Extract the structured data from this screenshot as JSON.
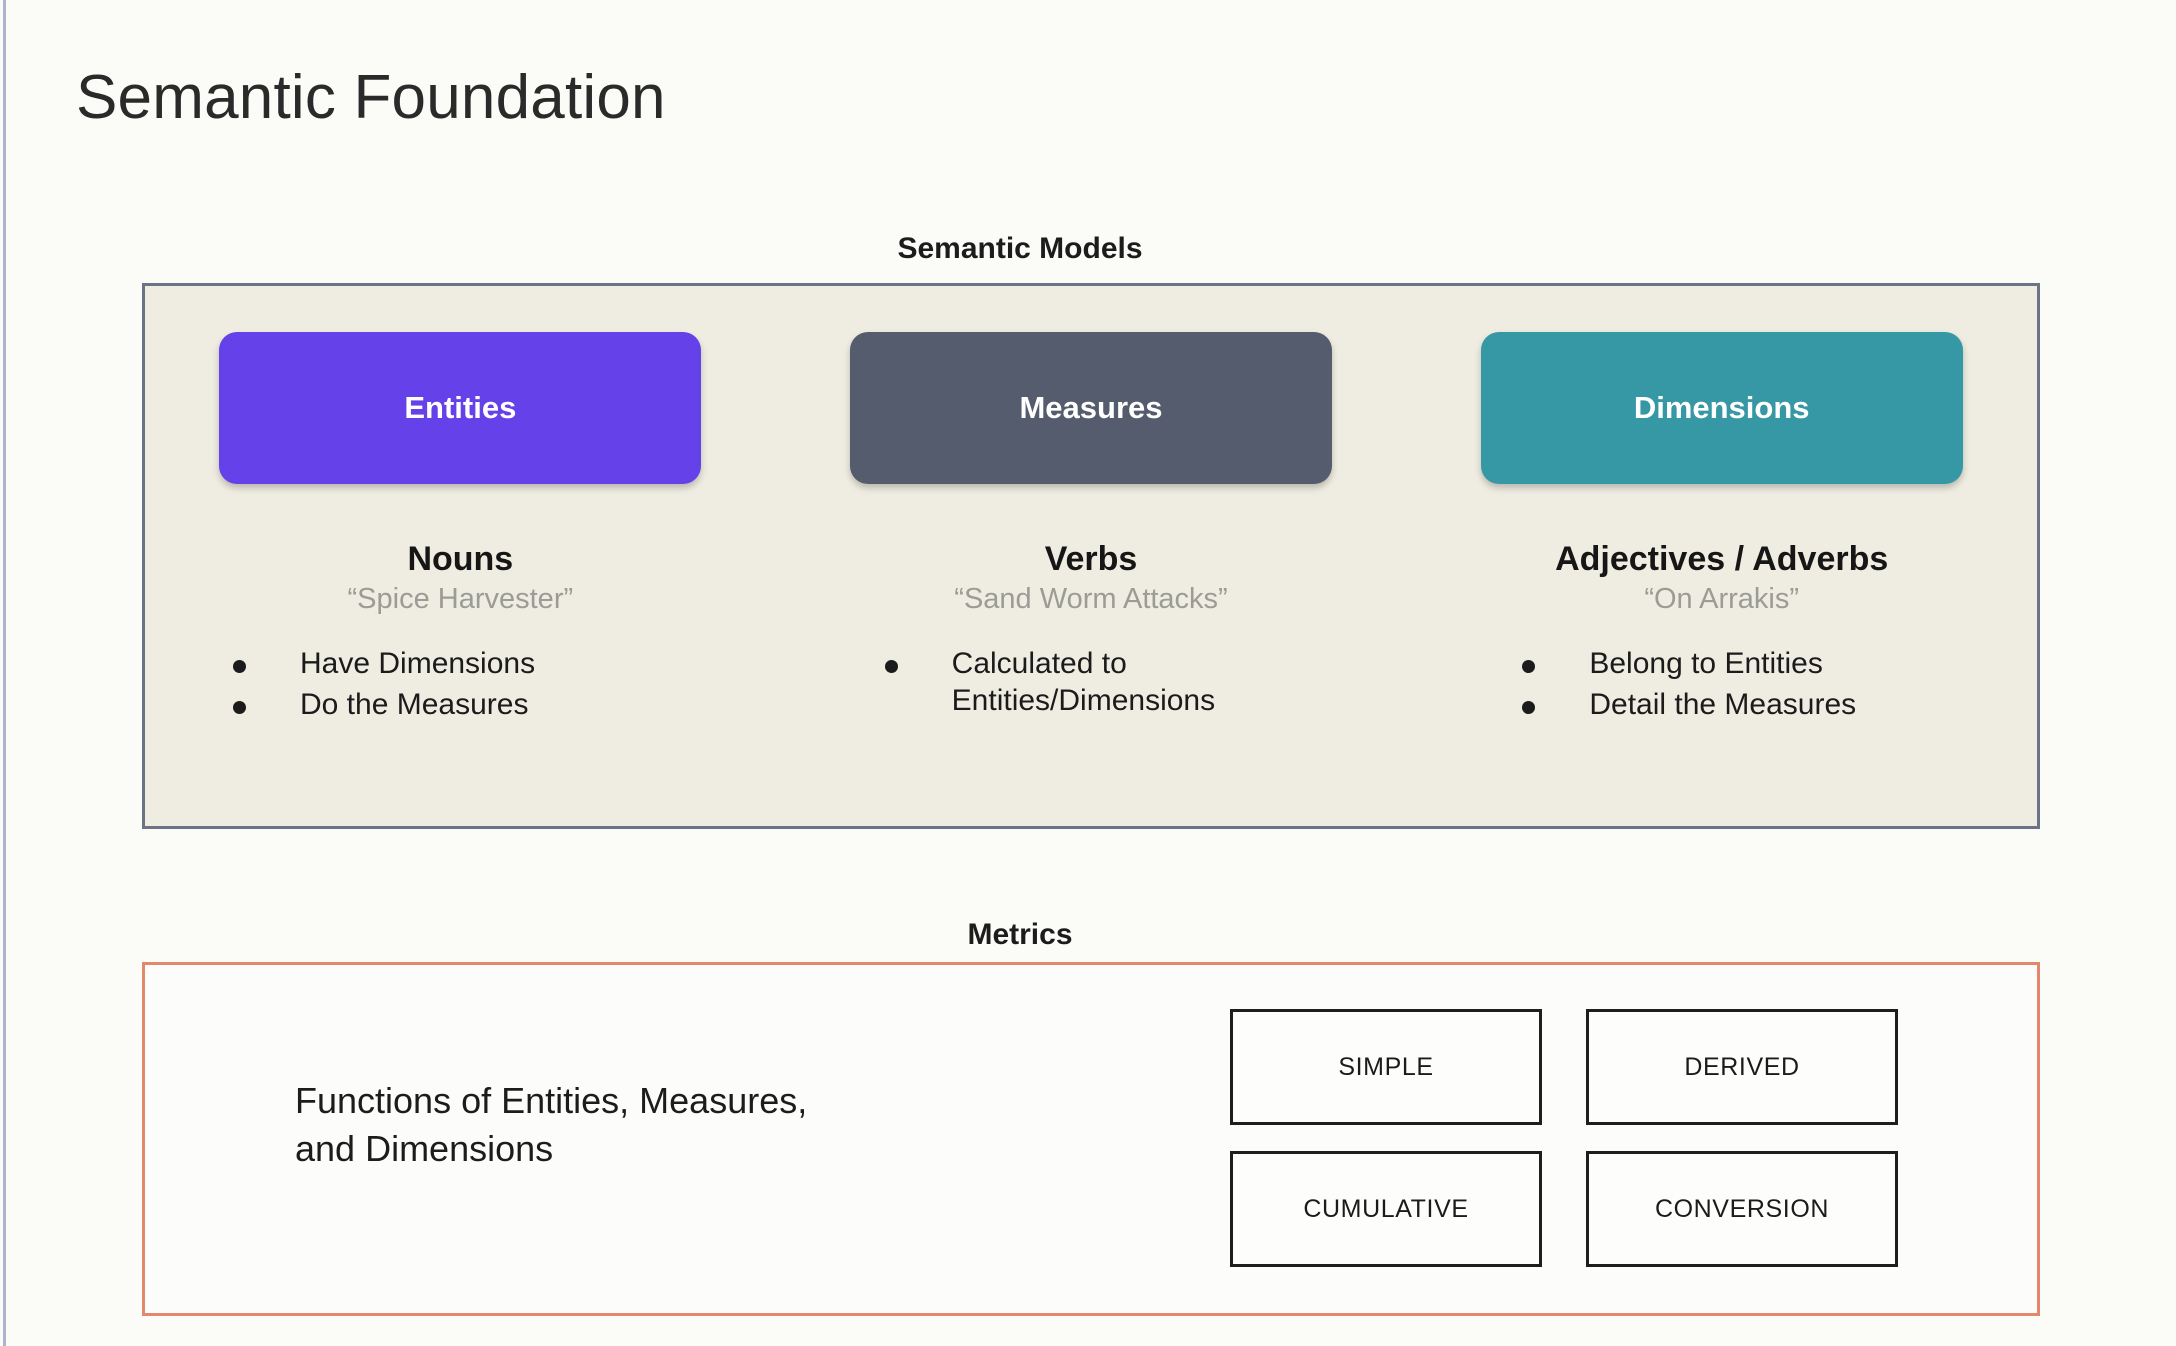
{
  "page": {
    "title": "Semantic Foundation",
    "background": "#FBFCF8"
  },
  "semantic_models": {
    "heading": "Semantic Models",
    "panel_background": "#EFEDE1",
    "panel_border": "#6C7386",
    "columns": [
      {
        "chip_label": "Entities",
        "chip_color": "#6441E8",
        "part_of_speech": "Nouns",
        "example": "“Spice Harvester”",
        "bullets": [
          "Have Dimensions",
          "Do the Measures"
        ]
      },
      {
        "chip_label": "Measures",
        "chip_color": "#545C6E",
        "part_of_speech": "Verbs",
        "example": "“Sand Worm Attacks”",
        "bullets": [
          "Calculated to\nEntities/Dimensions"
        ]
      },
      {
        "chip_label": "Dimensions",
        "chip_color": "#3598A4",
        "part_of_speech": "Adjectives / Adverbs",
        "example": "“On Arrakis”",
        "bullets": [
          "Belong to Entities",
          "Detail the Measures"
        ]
      }
    ]
  },
  "metrics": {
    "heading": "Metrics",
    "panel_border": "#E4886D",
    "description": "Functions of Entities, Measures,\nand Dimensions",
    "types": [
      "SIMPLE",
      "DERIVED",
      "CUMULATIVE",
      "CONVERSION"
    ]
  }
}
